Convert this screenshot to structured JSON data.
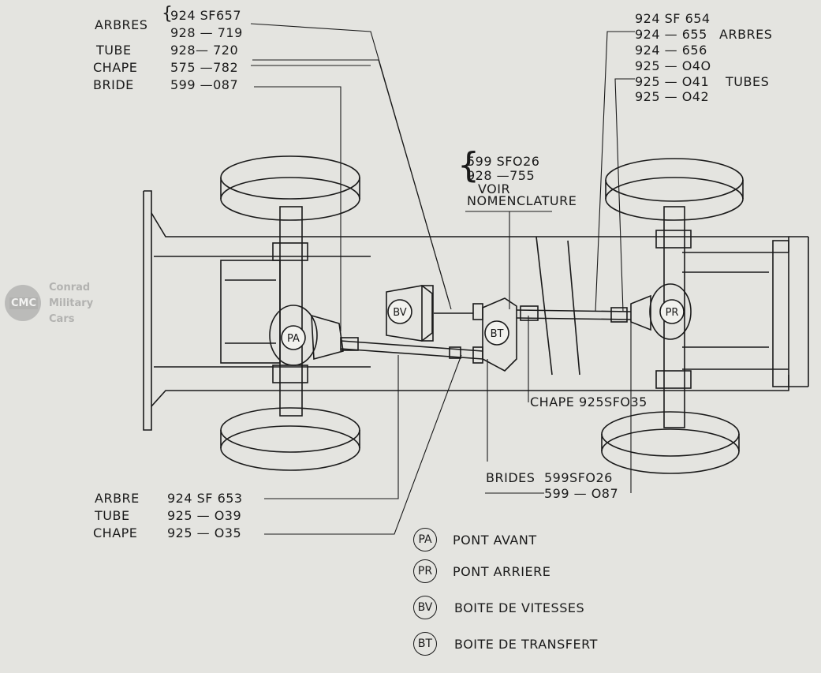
{
  "top_left": {
    "arbres_label": "ARBRES",
    "arbres_1": "924 SF657",
    "arbres_2": "928 — 719",
    "tube_label": "TUBE",
    "tube": "928— 720",
    "chape_label": "CHAPE",
    "chape": "575 —782",
    "bride_label": "BRIDE",
    "bride": "599 —087"
  },
  "top_right": {
    "arbres_1": "924 SF 654",
    "arbres_2": "924 — 655",
    "arbres_3": "924 — 656",
    "arbres_label": "ARBRES",
    "tubes_1": "925 — O4O",
    "tubes_2": "925 — O41",
    "tubes_3": "925 — O42",
    "tubes_label": "TUBES"
  },
  "center_top": {
    "line1": "599 SFO26",
    "line2": "928 —755",
    "line3": "VOIR",
    "line4": "NOMENCLATURE"
  },
  "chape_right": "CHAPE 925SFO35",
  "brides": {
    "label": "BRIDES",
    "line1": "599SFO26",
    "line2": "599 — O87"
  },
  "bottom_left": {
    "arbre_label": "ARBRE",
    "arbre": "924 SF 653",
    "tube_label": "TUBE",
    "tube": "925 — O39",
    "chape_label": "CHAPE",
    "chape": "925 — O35"
  },
  "components": {
    "pa": "PA",
    "pr": "PR",
    "bv": "BV",
    "bt": "BT"
  },
  "legend": [
    {
      "code": "PA",
      "text": "PONT  AVANT"
    },
    {
      "code": "PR",
      "text": "PONT  ARRIERE"
    },
    {
      "code": "BV",
      "text": "BOITE  DE  VITESSES"
    },
    {
      "code": "BT",
      "text": "BOITE   DE  TRANSFERT"
    }
  ],
  "watermark": {
    "badge": "CMC",
    "line1": "Conrad",
    "line2": "Military",
    "line3": "Cars"
  }
}
